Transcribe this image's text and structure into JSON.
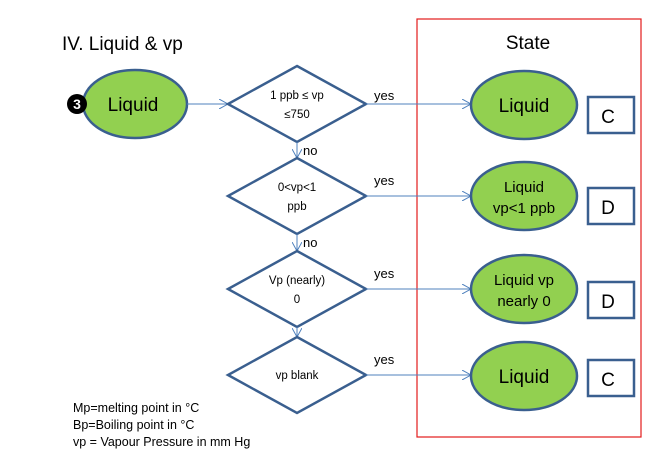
{
  "title": "IV. Liquid & vp",
  "state_panel": {
    "title": "State",
    "border_color": "#e31b1b"
  },
  "colors": {
    "node_fill": "#92d050",
    "node_stroke": "#3a5f8f",
    "diamond_stroke": "#3a5f8f",
    "connector": "#4f81bd",
    "badge_fill": "#000000",
    "badge_text": "#ffffff"
  },
  "start": {
    "badge": "3",
    "label": "Liquid"
  },
  "decisions": [
    {
      "lines": [
        "1 ppb ≤ vp",
        "≤750"
      ],
      "yes_label": "yes",
      "no_label": "no"
    },
    {
      "lines": [
        "0<vp<1",
        "ppb"
      ],
      "yes_label": "yes",
      "no_label": "no"
    },
    {
      "lines": [
        "Vp (nearly)",
        "0"
      ],
      "yes_label": "yes",
      "no_label": ""
    },
    {
      "lines": [
        "vp blank"
      ],
      "yes_label": "yes",
      "no_label": ""
    }
  ],
  "results": [
    {
      "lines": [
        "Liquid"
      ],
      "code": "C"
    },
    {
      "lines": [
        "Liquid",
        "vp<1 ppb"
      ],
      "code": "D"
    },
    {
      "lines": [
        "Liquid vp",
        "nearly 0"
      ],
      "code": "D"
    },
    {
      "lines": [
        "Liquid"
      ],
      "code": "C"
    }
  ],
  "legend": [
    "Mp=melting point in °C",
    "Bp=Boiling point in °C",
    "vp = Vapour Pressure in mm  Hg"
  ]
}
